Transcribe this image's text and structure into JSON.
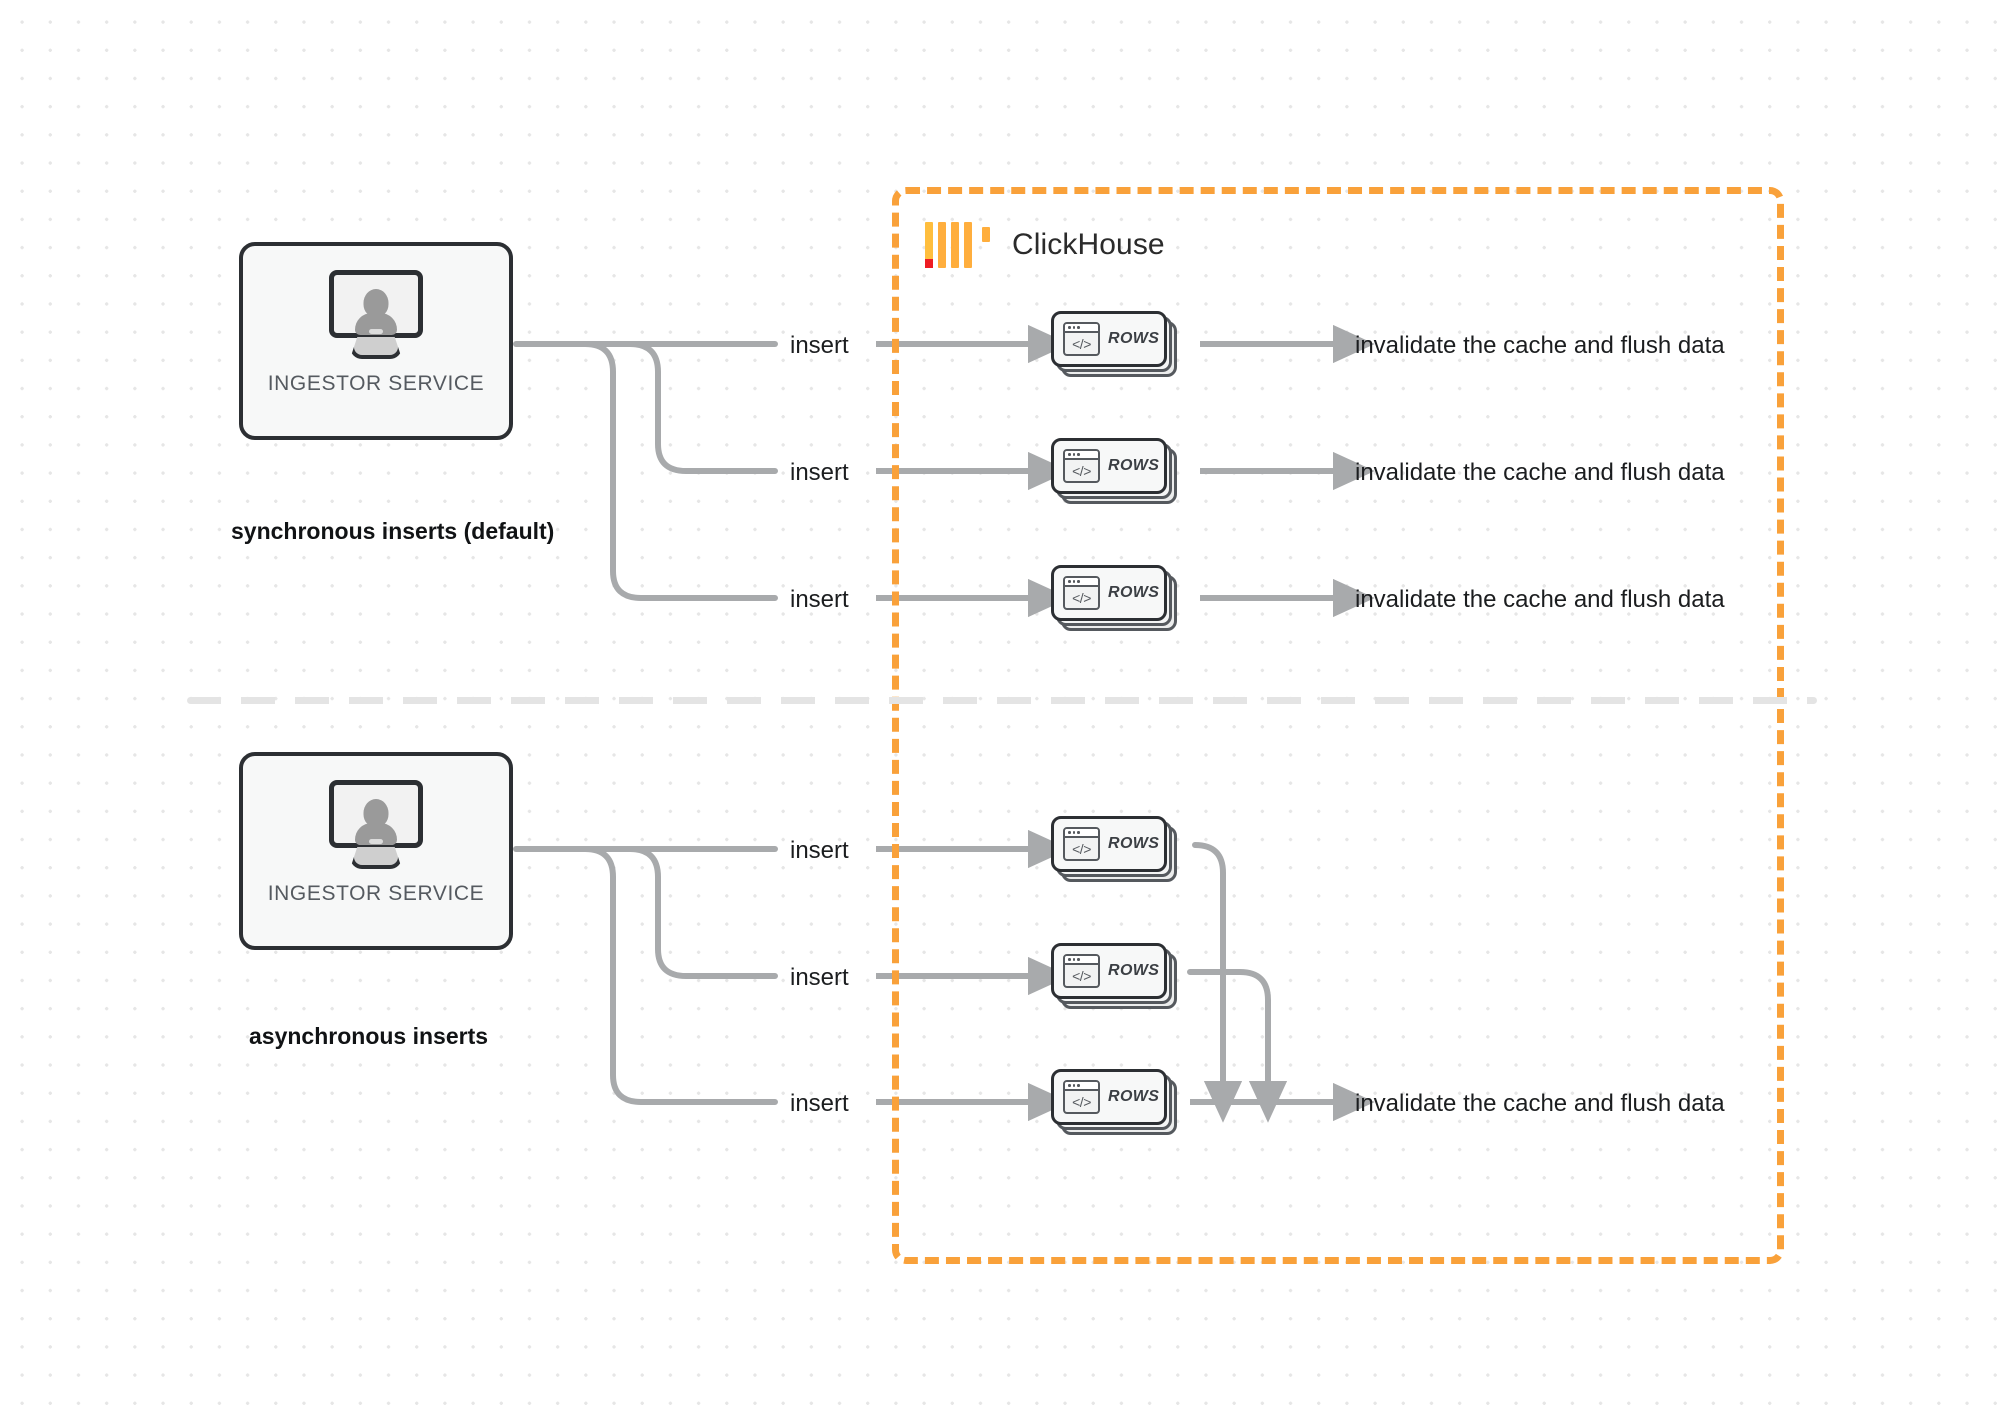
{
  "diagram": {
    "title": "ClickHouse synchronous vs asynchronous inserts",
    "background": "#ffffff",
    "accent_orange": "#f9a13a",
    "wire_gray": "#a8aaac",
    "box_dark": "#2c2f33"
  },
  "clickhouse": {
    "brand_label": "ClickHouse",
    "logo_name": "clickhouse-logo"
  },
  "sections": [
    {
      "id": "sync",
      "caption": "synchronous inserts (default)",
      "ingestor": {
        "label": "INGESTOR SERVICE",
        "icon": "monitor-user-icon"
      },
      "rows": [
        {
          "insert_label": "insert",
          "card_label": "ROWS",
          "card_icon": "code-window-icon",
          "output_label": "invalidate the cache and flush data"
        },
        {
          "insert_label": "insert",
          "card_label": "ROWS",
          "card_icon": "code-window-icon",
          "output_label": "invalidate the cache and flush data"
        },
        {
          "insert_label": "insert",
          "card_label": "ROWS",
          "card_icon": "code-window-icon",
          "output_label": "invalidate the cache and flush data"
        }
      ]
    },
    {
      "id": "async",
      "caption": "asynchronous inserts",
      "ingestor": {
        "label": "INGESTOR SERVICE",
        "icon": "monitor-user-icon"
      },
      "rows": [
        {
          "insert_label": "insert",
          "card_label": "ROWS",
          "card_icon": "code-window-icon",
          "output_label": ""
        },
        {
          "insert_label": "insert",
          "card_label": "ROWS",
          "card_icon": "code-window-icon",
          "output_label": ""
        },
        {
          "insert_label": "insert",
          "card_label": "ROWS",
          "card_icon": "code-window-icon",
          "output_label": "invalidate the cache and flush data"
        }
      ]
    }
  ],
  "code_glyph": "</>"
}
